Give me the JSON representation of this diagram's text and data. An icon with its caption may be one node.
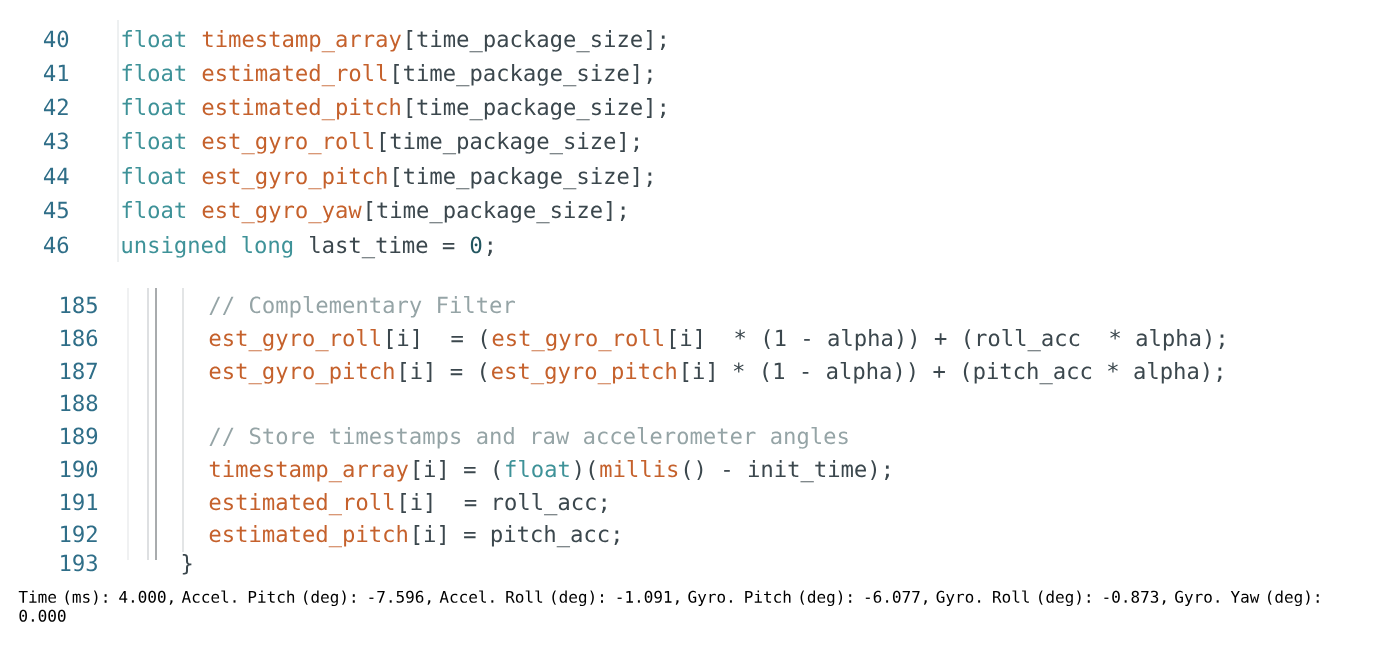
{
  "diagram": {
    "labels": [
      "40",
      "float",
      "timestamp_array",
      "[time_package_size];",
      "41",
      "float",
      "estimated_roll",
      "[time_package_size];",
      "42",
      "float",
      "estimated_pitch",
      "[time_package_size];",
      "43",
      "float",
      "est_gyro_roll",
      "[time_package_size];",
      "44",
      "float",
      "est_gyro_pitch",
      "[time_package_size];",
      "45",
      "float",
      "est_gyro_yaw",
      "[time_package_size];",
      "46",
      "unsigned long",
      "last_time =",
      "0",
      ";",
      "185",
      "// Complementary Filter",
      "186",
      "est_gyro_roll",
      "[i]",
      "= (",
      "est_gyro_roll",
      "[i]",
      "* (1 - alpha)) + (roll_acc",
      "* alpha);",
      "187",
      "est_gyro_pitch",
      "[i] = (",
      "est_gyro_pitch",
      "[i] * (1 - alpha)) + (pitch_acc * alpha);",
      "188",
      "189",
      "// Store timestamps and raw accelerometer angles",
      "190",
      "timestamp_array",
      "[i] = (",
      "float",
      ")(",
      "millis",
      "() - init_time);",
      "191",
      "estimated_roll",
      "[i]",
      "= roll_acc;",
      "192",
      "estimated_pitch",
      "[i] = pitch_acc;",
      "193",
      "}",
      "Time (ms): 4.000, Accel. Pitch (deg): -7.596, Accel. Roll (deg): -1.091, Gyro. Pitch (deg): -6.077, Gyro. Roll (deg): -0.873, Gyro. Yaw (deg): 0.000"
    ]
  }
}
